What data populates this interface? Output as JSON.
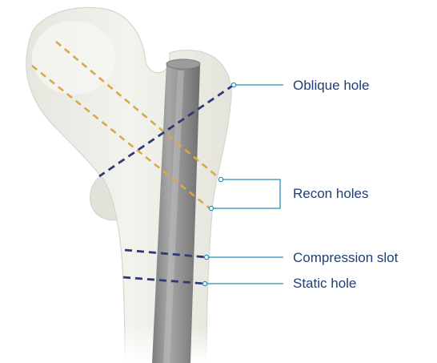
{
  "labels": {
    "oblique_hole": "Oblique hole",
    "recon_holes": "Recon holes",
    "compression_slot": "Compression slot",
    "static_hole": "Static hole"
  },
  "colors": {
    "bone": "#efefe9",
    "bone_shadow": "#dcdcd4",
    "nail": "#8e8e8e",
    "nail_highlight": "#b3b3b3",
    "recon_dash": "#d9a84a",
    "hole_dash": "#2e3a78",
    "callout": "#2a8fb8",
    "label_text": "#1e3f73"
  }
}
